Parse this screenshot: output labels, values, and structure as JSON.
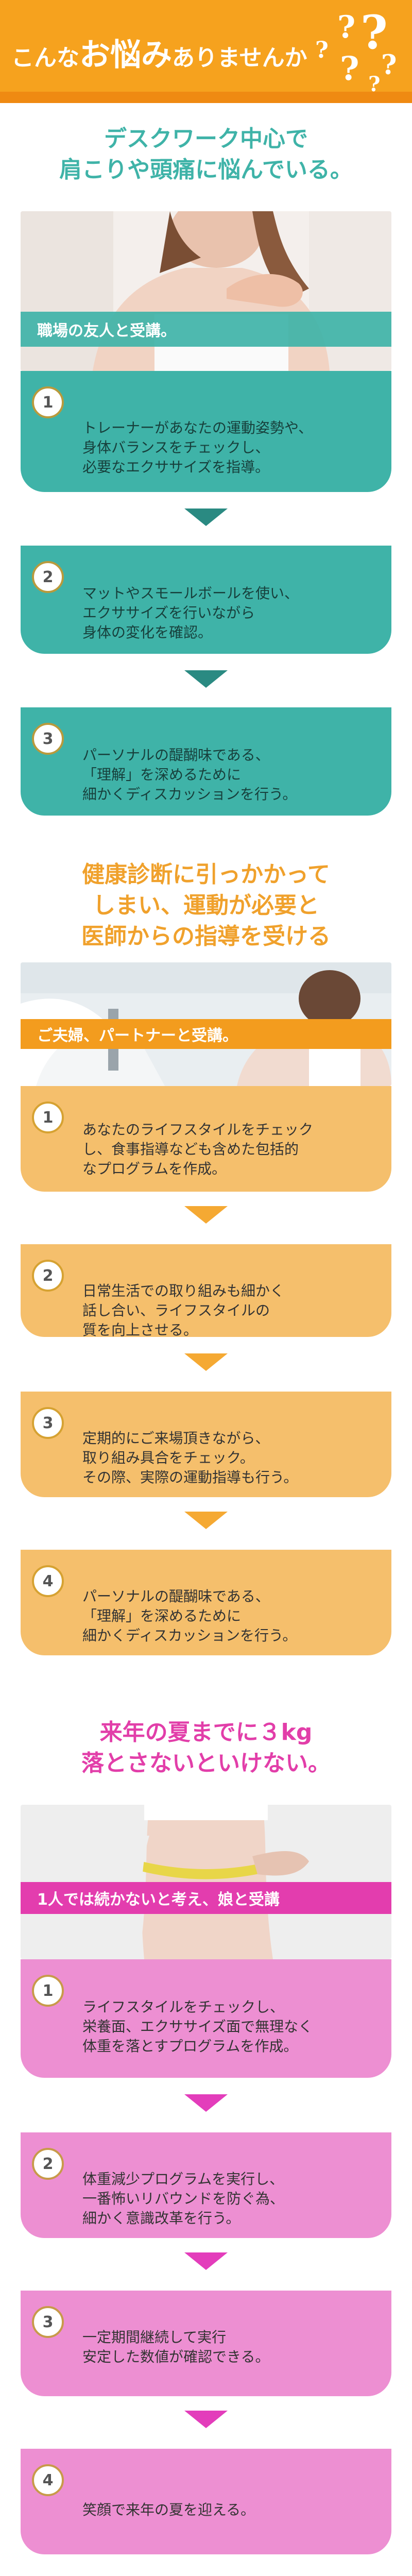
{
  "header": {
    "title_prefix": "こんな",
    "title_emph": "お悩み",
    "title_suffix": "ありませんか",
    "question_marks": [
      "?",
      "?",
      "?",
      "?",
      "?",
      "?"
    ]
  },
  "sections": [
    {
      "headline": [
        "デスクワーク中心で",
        "肩こりや頭痛に悩んでいる。"
      ],
      "photo_label": "職場の友人と受講。",
      "steps": [
        {
          "number": "1",
          "lines": [
            "トレーナーがあなたの運動姿勢や、",
            "身体バランスをチェックし、",
            "必要なエクササイズを指導。"
          ]
        },
        {
          "number": "2",
          "lines": [
            "マットやスモールボールを使い、",
            "エクササイズを行いながら",
            "身体の変化を確認。"
          ]
        },
        {
          "number": "3",
          "lines": [
            "パーソナルの醍醐味である、",
            "「理解」を深めるために",
            "細かくディスカッションを行う。"
          ]
        }
      ]
    },
    {
      "headline": [
        "健康診断に引っかかって",
        "しまい、運動が必要と",
        "医師からの指導を受ける"
      ],
      "photo_label": "ご夫婦、パートナーと受講。",
      "steps": [
        {
          "number": "1",
          "lines": [
            "あなたのライフスタイルをチェック",
            "し、食事指導なども含めた包括的",
            "なプログラムを作成。"
          ]
        },
        {
          "number": "2",
          "lines": [
            "日常生活での取り組みも細かく",
            "話し合い、ライフスタイルの",
            "質を向上させる。"
          ]
        },
        {
          "number": "3",
          "lines": [
            "定期的にご来場頂きながら、",
            "取り組み具合をチェック。",
            "その際、実際の運動指導も行う。"
          ]
        },
        {
          "number": "4",
          "lines": [
            "パーソナルの醍醐味である、",
            "「理解」を深めるために",
            "細かくディスカッションを行う。"
          ]
        }
      ]
    },
    {
      "headline": [
        "来年の夏までに３kg",
        "落とさないといけない。"
      ],
      "photo_label": "1人では続かないと考え、娘と受講",
      "steps": [
        {
          "number": "1",
          "lines": [
            "ライフスタイルをチェックし、",
            "栄養面、エクササイズ面で無理なく",
            "体重を落とすプログラムを作成。"
          ]
        },
        {
          "number": "2",
          "lines": [
            "体重減少プログラムを実行し、",
            "一番怖いリバウンドを防ぐ為、",
            "細かく意識改革を行う。"
          ]
        },
        {
          "number": "3",
          "lines": [
            "一定期間継続して実行",
            "安定した数値が確認できる。"
          ]
        },
        {
          "number": "4",
          "lines": [
            "笑顔で来年の夏を迎える。"
          ]
        }
      ]
    }
  ],
  "colors": {
    "header": "#f6a21e",
    "teal": "#3fb3a8",
    "orange": "#f5bf6c",
    "pink": "#ed8fd2"
  }
}
